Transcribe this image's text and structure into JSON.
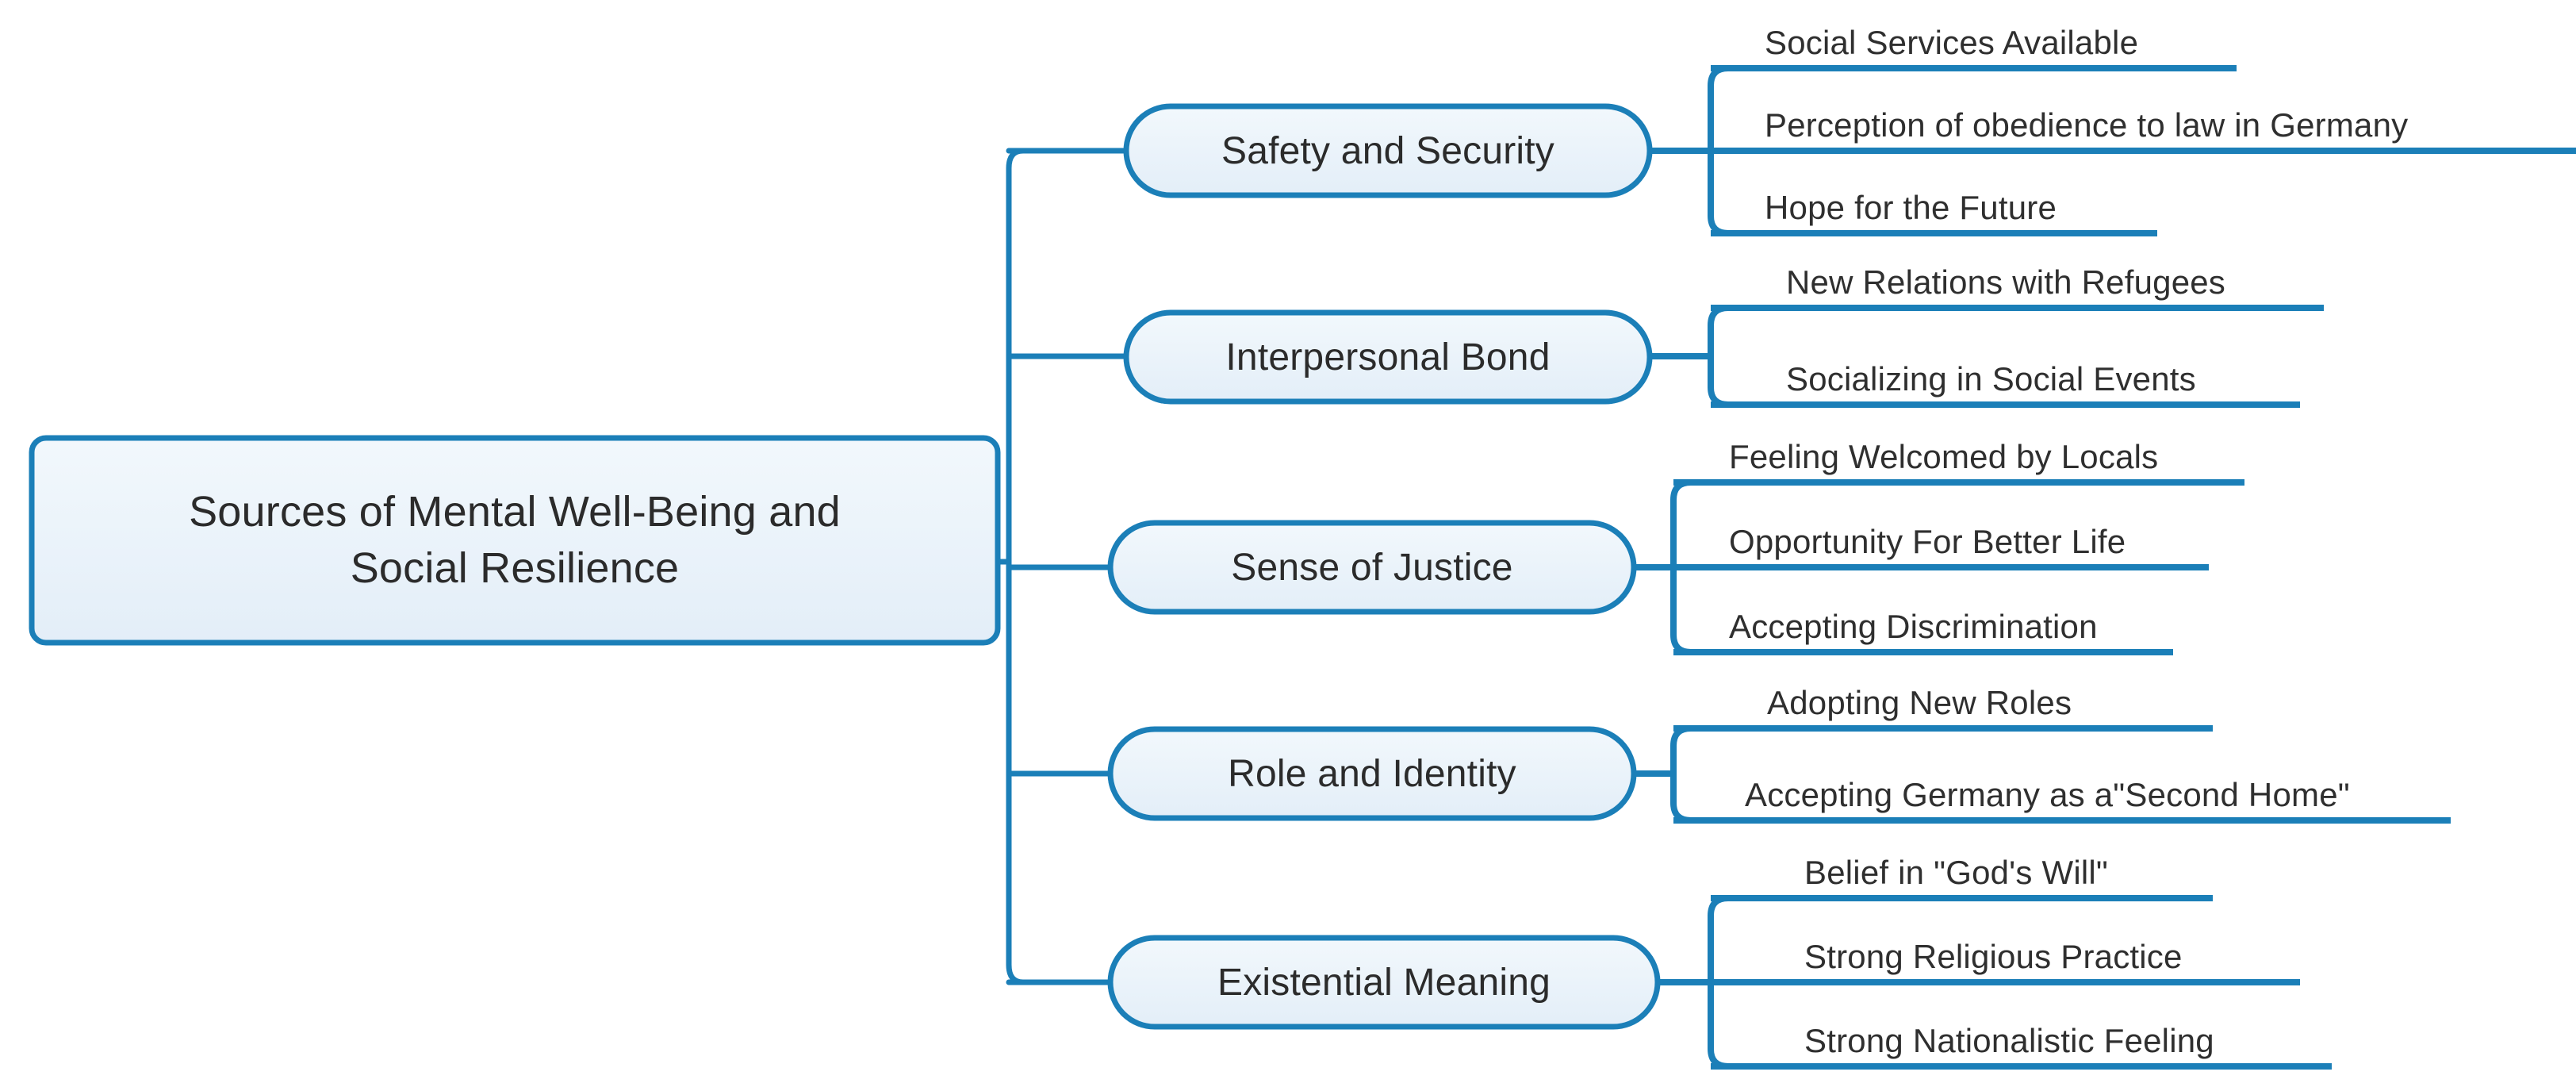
{
  "diagram": {
    "type": "mind-map",
    "orientation": "left-to-right",
    "colors": {
      "line": "#1b7fb8",
      "node_fill": "#eaf2f9",
      "node_stroke": "#1b7fb8",
      "text": "#2b2b2b",
      "background": "#ffffff"
    },
    "root": {
      "label": "Sources of Mental Well-Being and\nSocial Resilience"
    },
    "branches": [
      {
        "label": "Safety and Security",
        "children": [
          {
            "label": "Social Services Available"
          },
          {
            "label": "Perception of obedience to law in Germany"
          },
          {
            "label": "Hope for the Future"
          }
        ]
      },
      {
        "label": "Interpersonal Bond",
        "children": [
          {
            "label": "New Relations with Refugees"
          },
          {
            "label": "Socializing in Social Events"
          }
        ]
      },
      {
        "label": "Sense of Justice",
        "children": [
          {
            "label": "Feeling Welcomed by Locals"
          },
          {
            "label": "Opportunity For Better Life"
          },
          {
            "label": "Accepting Discrimination"
          }
        ]
      },
      {
        "label": "Role and Identity",
        "children": [
          {
            "label": "Adopting New Roles"
          },
          {
            "label": "Accepting Germany as a\"Second Home\""
          }
        ]
      },
      {
        "label": "Existential Meaning",
        "children": [
          {
            "label": "Belief in \"God's Will\""
          },
          {
            "label": "Strong Religious Practice"
          },
          {
            "label": "Strong Nationalistic Feeling"
          }
        ]
      }
    ]
  }
}
